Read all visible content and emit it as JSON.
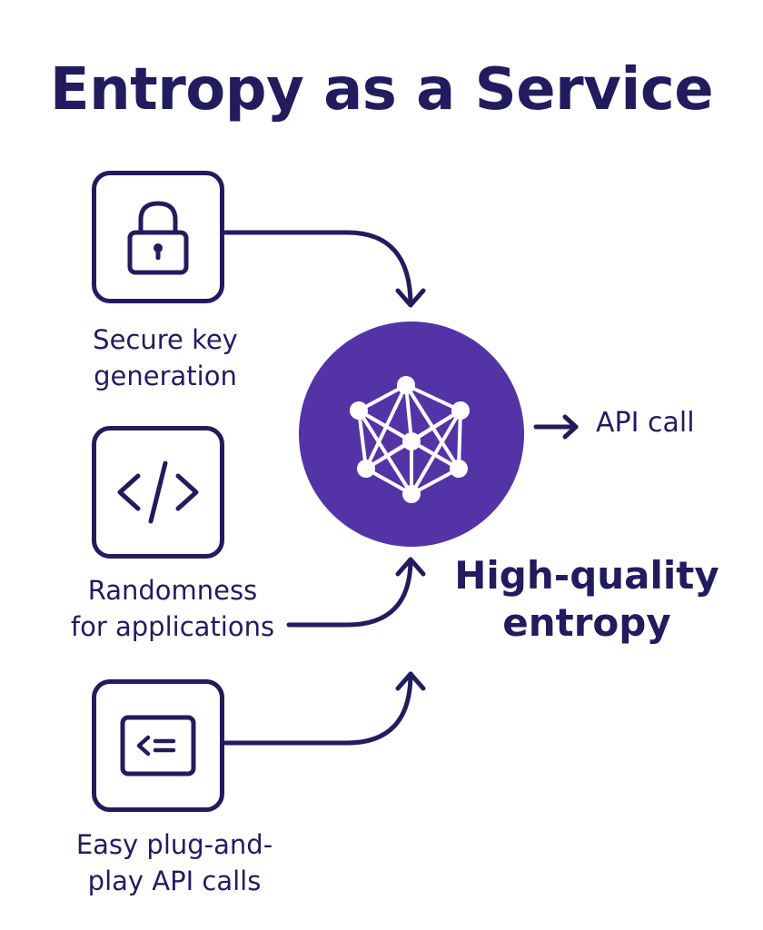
{
  "title": "Entropy as a Service",
  "colors": {
    "ink": "#221c5e",
    "hub": "#5433a6",
    "background": "#ffffff"
  },
  "sources": [
    {
      "icon": "lock-icon",
      "caption_line1": "Secure key",
      "caption_line2": "generation"
    },
    {
      "icon": "code-icon",
      "caption_line1": "Randomness",
      "caption_line2": "for applications"
    },
    {
      "icon": "terminal-icon",
      "caption_line1": "Easy plug-and-",
      "caption_line2": "play API calls"
    }
  ],
  "hub": {
    "icon": "network-graph-icon"
  },
  "output": {
    "label": "API call"
  },
  "result": {
    "line1": "High-quality",
    "line2": "entropy"
  }
}
